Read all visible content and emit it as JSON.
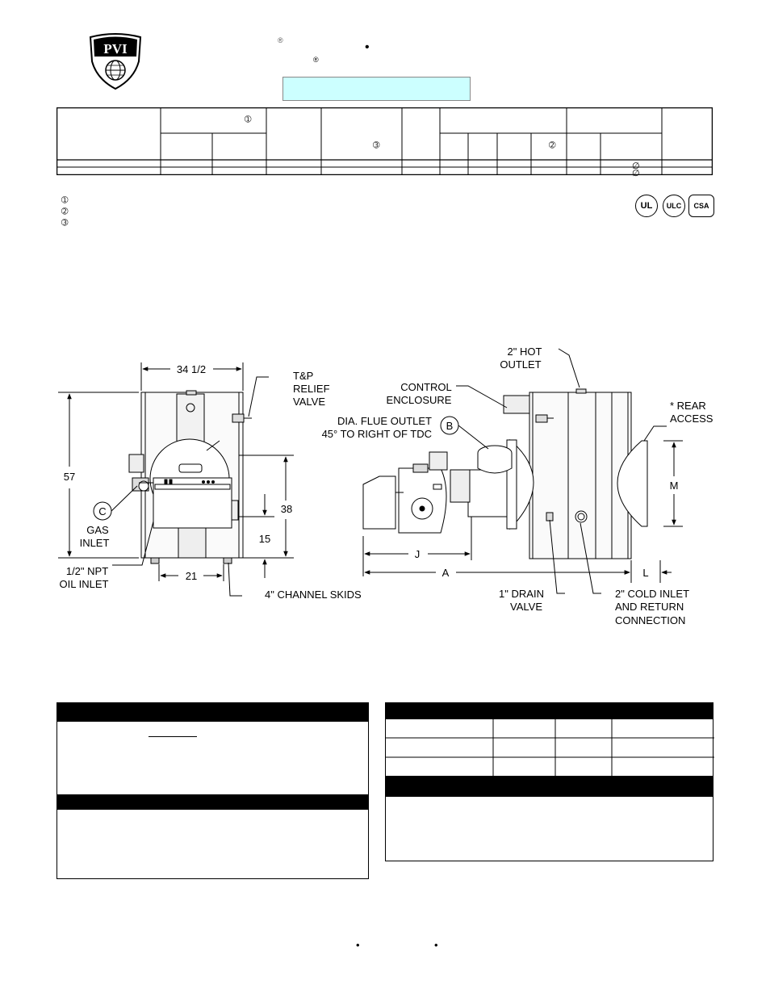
{
  "header": {
    "logo_text": "PVI",
    "registered_mark_1": "®",
    "bullet": "•",
    "registered_mark_2": "®"
  },
  "spec_table": {
    "header_symbols": [
      "➀",
      "➂",
      "➁"
    ],
    "diameter_symbols": [
      "∅",
      "∅"
    ]
  },
  "footnotes": [
    "➀",
    "➁",
    "➂"
  ],
  "certifications": [
    "UL",
    "ULC",
    "CSA"
  ],
  "drawing_left": {
    "dim_width": "34 1/2",
    "dim_height": "57",
    "dim_38": "38",
    "dim_15": "15",
    "dim_21": "21",
    "tp_relief": [
      "T&P",
      "RELIEF",
      "VALVE"
    ],
    "gas_inlet_marker": "C",
    "gas_inlet": [
      "GAS",
      "INLET"
    ],
    "oil_inlet": [
      "1/2\" NPT",
      "OIL INLET"
    ],
    "channel_skids": "4\" CHANNEL SKIDS"
  },
  "drawing_right": {
    "hot_outlet": [
      "2\" HOT",
      "OUTLET"
    ],
    "control_enclosure": [
      "CONTROL",
      "ENCLOSURE"
    ],
    "flue_marker": "B",
    "flue_outlet": [
      "DIA. FLUE OUTLET",
      "45° TO RIGHT OF TDC"
    ],
    "rear_access": [
      "* REAR",
      "ACCESS"
    ],
    "dim_M": "M",
    "dim_J": "J",
    "dim_A": "A",
    "dim_L": "L",
    "drain_valve": [
      "1\" DRAIN",
      "VALVE"
    ],
    "cold_inlet": [
      "2\" COLD INLET",
      "AND RETURN",
      "CONNECTION"
    ]
  },
  "footer": {
    "bullet_1": "•",
    "bullet_2": "•"
  }
}
